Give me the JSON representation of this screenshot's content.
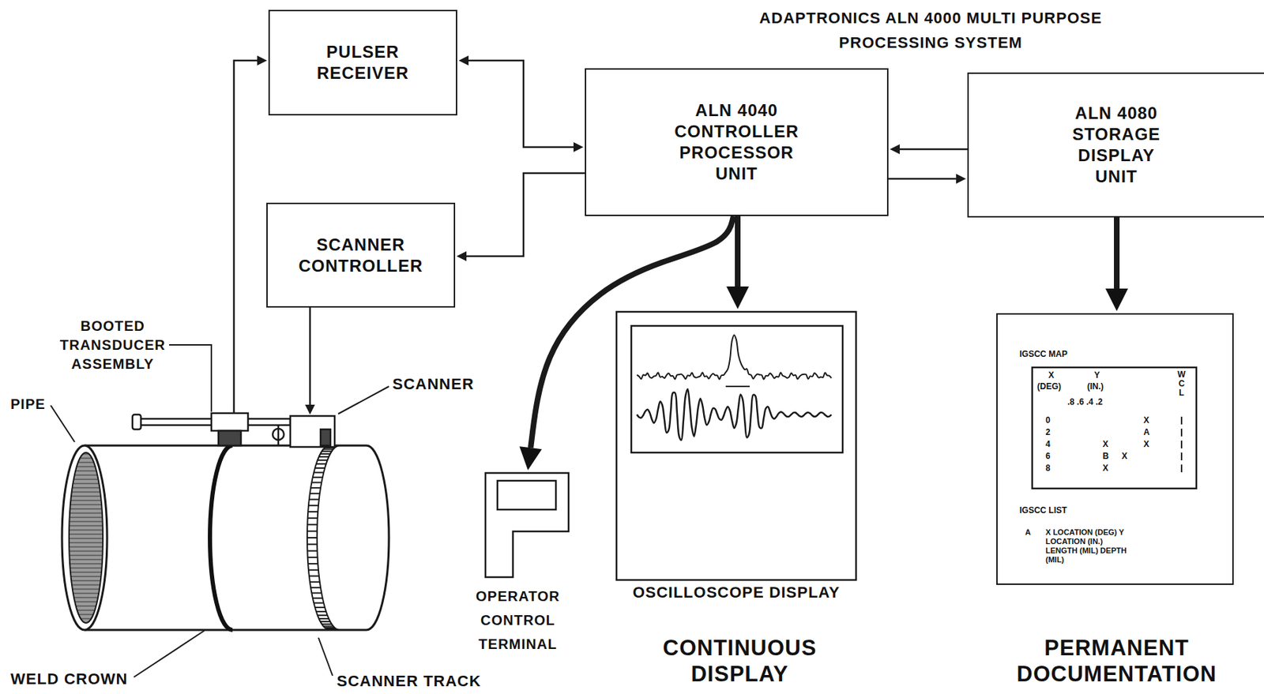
{
  "diagram": {
    "title": "ADAPTRONICS ALN 4000 MULTI PURPOSE PROCESSING SYSTEM",
    "nodes": [
      {
        "text": [
          "PULSER RECEIVER"
        ]
      },
      {
        "text": [
          "SCANNER CONTROLLER"
        ]
      },
      {
        "text": [
          "ALN 4040 CONTROLLER PROCESSOR UNIT"
        ]
      },
      {
        "text": [
          "ALN 4080 STORAGE DISPLAY UNIT"
        ]
      },
      {
        "text": [
          "OPERATOR CONTROL TERMINAL"
        ]
      },
      {
        "text": [
          "OSCILLOSCOPE DISPLAY"
        ]
      },
      {
        "text": [
          "IGSCC MAP",
          "IGSCC LIST",
          "A",
          "X LOCATION (DEG) Y LOCATION (IN.) LENGTH (MIL) DEPTH (MIL)"
        ]
      }
    ],
    "edges": [
      {
        "from": 0,
        "to": 2,
        "arrow": "both"
      },
      {
        "from": 2,
        "to": 1,
        "arrow": "to"
      },
      {
        "from": 3,
        "to": 2,
        "arrow": "to"
      },
      {
        "from": 2,
        "to": 3,
        "arrow": "to"
      },
      {
        "from": 2,
        "to": 5,
        "arrow": "to"
      },
      {
        "from": 2,
        "to": 4,
        "arrow": "to"
      },
      {
        "from": 3,
        "to": 6,
        "arrow": "to"
      }
    ],
    "labels": [
      "CONTINUOUS DISPLAY",
      "PERMANENT DOCUMENTATION",
      "PIPE",
      "BOOTED TRANSDUCER ASSEMBLY",
      "SCANNER",
      "WELD CROWN",
      "SCANNER TRACK",
      "X",
      "(DEG)",
      "Y",
      "(IN.)",
      ".8 .6 .4 .2",
      "WCL",
      "0",
      "2",
      "4",
      "6",
      "8",
      "X",
      "A",
      "X",
      "X",
      "B",
      "X",
      "X"
    ]
  }
}
